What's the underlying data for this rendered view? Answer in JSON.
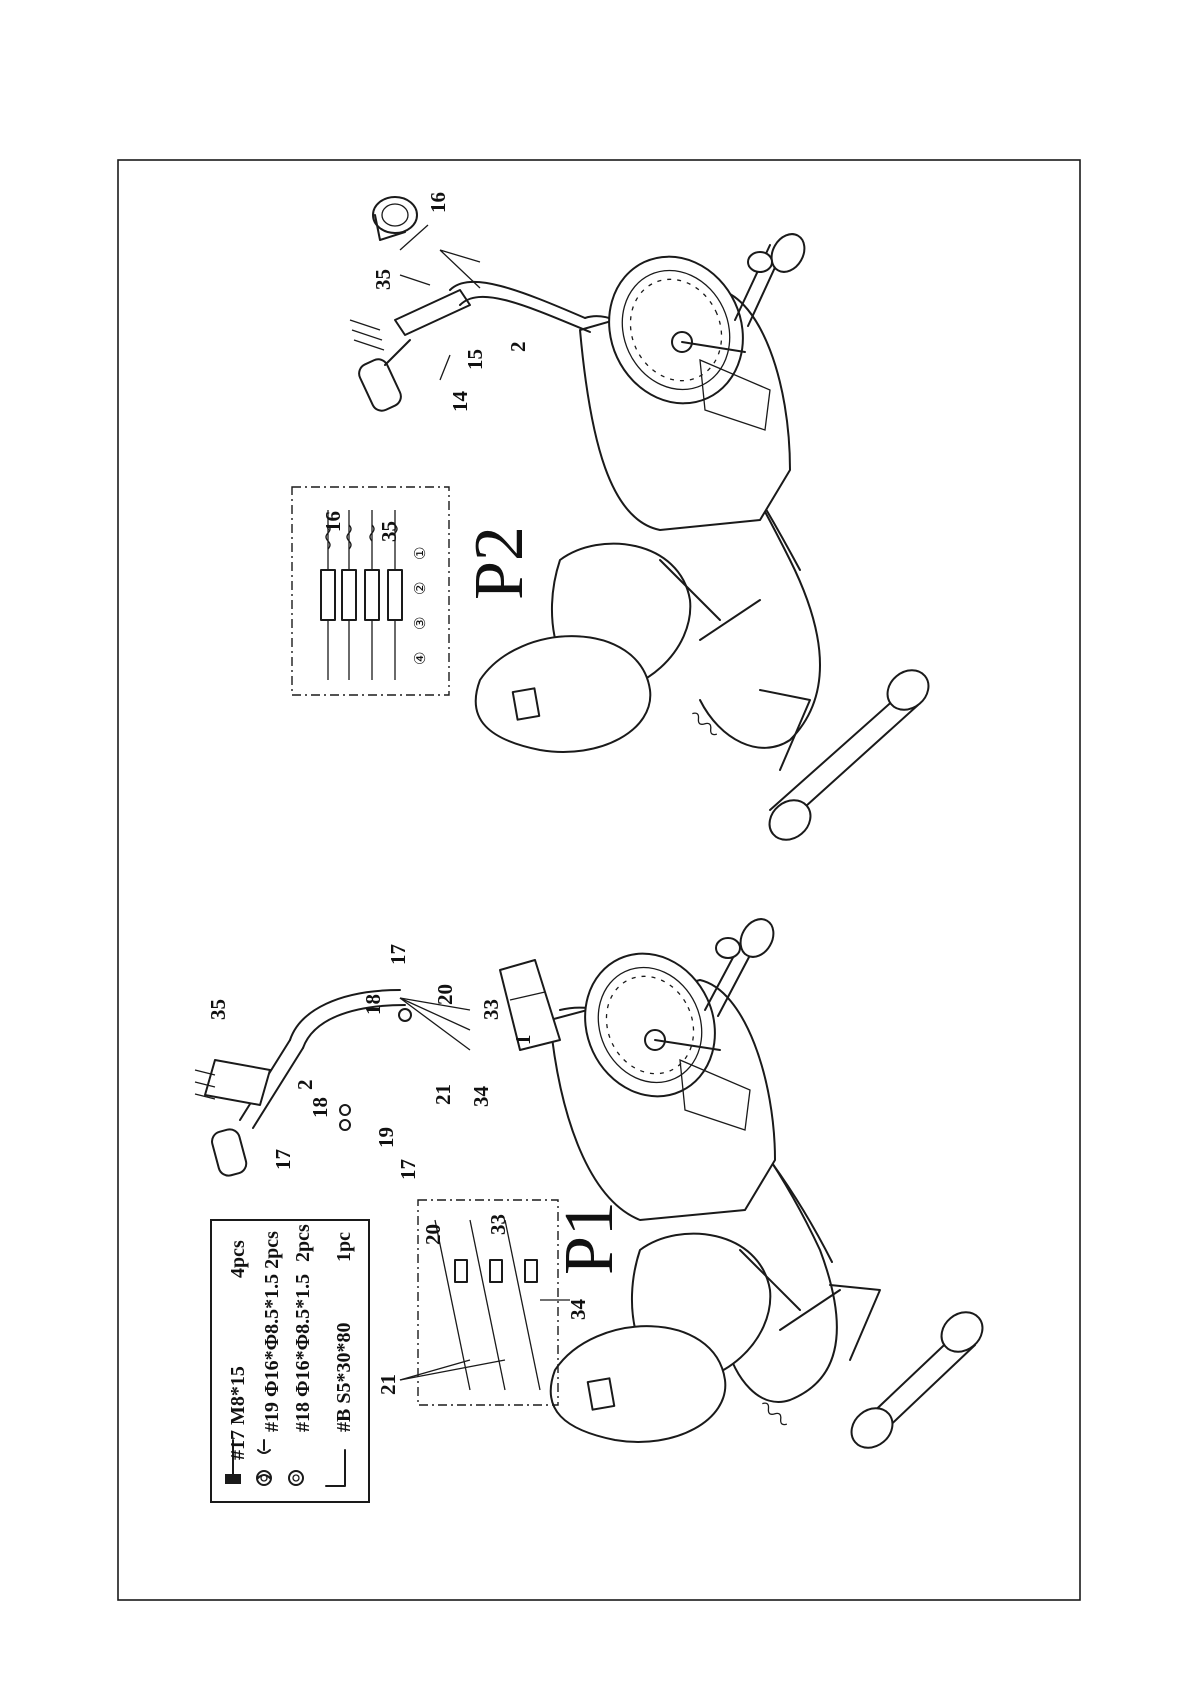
{
  "page": {
    "panels": [
      {
        "id": "P1",
        "label": "P1",
        "hardware": [
          {
            "code": "#17",
            "spec": "M8*15",
            "qty": "4pcs",
            "icon": "bolt-icon"
          },
          {
            "code": "#19",
            "spec": "Φ16*Φ8.5*1.5",
            "qty": "2pcs",
            "icon": "curved-washer-icon"
          },
          {
            "code": "#18",
            "spec": "Φ16*Φ8.5*1.5",
            "qty": "2pcs",
            "icon": "flat-washer-icon"
          },
          {
            "code": "#B",
            "spec": "S5*30*80",
            "qty": "1pc",
            "icon": "allen-key-icon"
          }
        ],
        "detail_callouts": [
          "20",
          "33",
          "34",
          "21"
        ],
        "callouts": [
          "35",
          "2",
          "18",
          "17",
          "17",
          "18",
          "20",
          "33",
          "1",
          "34",
          "21",
          "19",
          "17"
        ]
      },
      {
        "id": "P2",
        "label": "P2",
        "detail_callouts": [
          "16",
          "35"
        ],
        "detail_steps": [
          "①",
          "②",
          "③",
          "④"
        ],
        "callouts": [
          "16",
          "35",
          "2",
          "15",
          "14"
        ]
      }
    ]
  }
}
